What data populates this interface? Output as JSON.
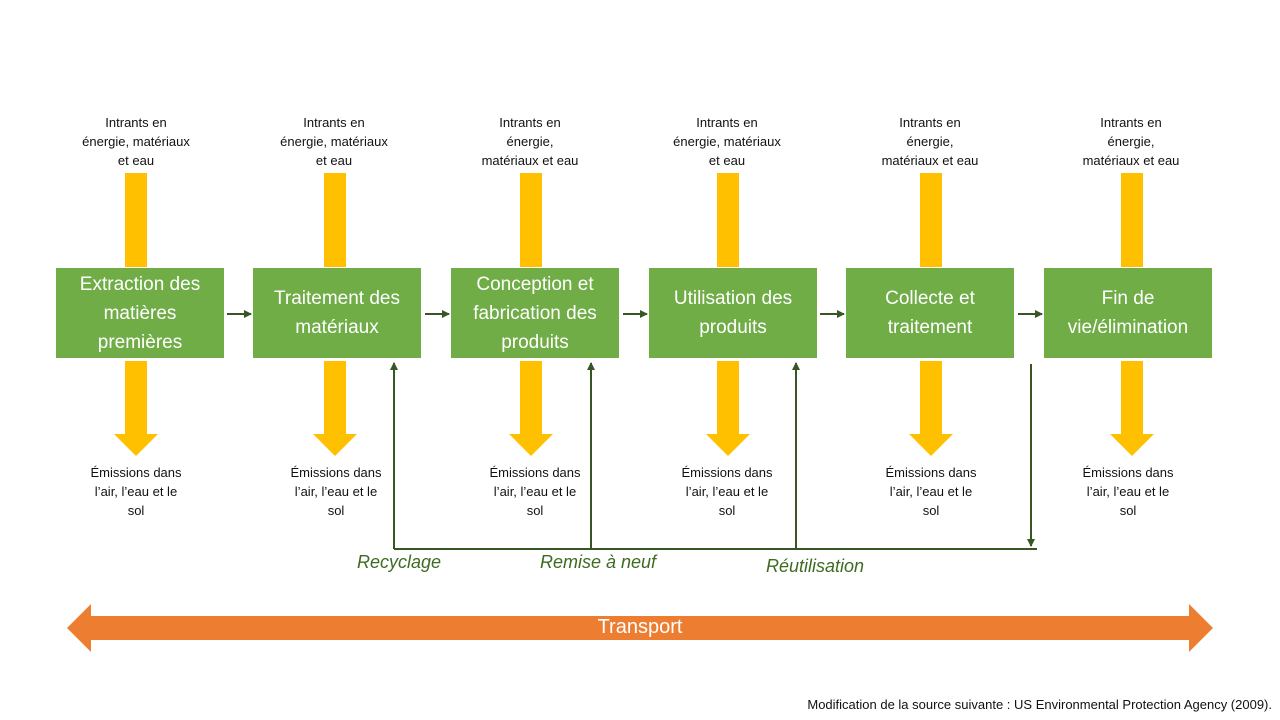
{
  "stages": [
    {
      "title": "Extraction des\nmatières\npremières",
      "input": "Intrants en\nénergie, matériaux\net eau",
      "emission": "Émissions dans\nl’air, l’eau et le\nsol"
    },
    {
      "title": "Traitement des\nmatériaux",
      "input": "Intrants en\nénergie, matériaux\net eau",
      "emission": "Émissions dans\nl’air, l’eau et le\nsol"
    },
    {
      "title": "Conception et\nfabrication des\nproduits",
      "input": "Intrants en\nénergie,\nmatériaux et eau",
      "emission": "Émissions dans\nl’air, l’eau et le\nsol"
    },
    {
      "title": "Utilisation des\nproduits",
      "input": "Intrants en\nénergie, matériaux\net eau",
      "emission": "Émissions dans\nl’air, l’eau et le\nsol"
    },
    {
      "title": "Collecte et\ntraitement",
      "input": "Intrants en\nénergie,\nmatériaux et eau",
      "emission": "Émissions dans\nl’air, l’eau et le\nsol"
    },
    {
      "title": "Fin de\nvie/élimination",
      "input": "Intrants en\nénergie,\nmatériaux et eau",
      "emission": "Émissions dans\nl’air, l’eau et le\nsol"
    }
  ],
  "loops": {
    "recycling": "Recyclage",
    "refurbish": "Remise à neuf",
    "reuse": "Réutilisation"
  },
  "transport": "Transport",
  "source_note": "Modification de la source suivante : US Environmental Protection Agency (2009).",
  "colors": {
    "box": "#70AD47",
    "flow_arrow": "#FFC000",
    "connector": "#375623",
    "loop_text": "#3E6B22",
    "transport": "#ED7D31"
  }
}
